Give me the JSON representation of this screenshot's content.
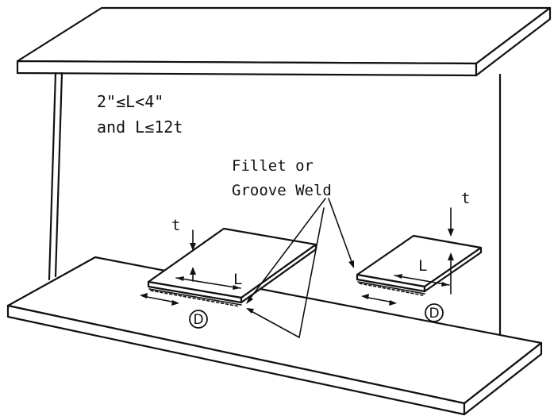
{
  "diagram": {
    "condition_line1": "2\"≤L<4\"",
    "condition_line2": "and L≤12t",
    "weld_label_line1": "Fillet or",
    "weld_label_line2": "Groove Weld",
    "thickness_label": "t",
    "length_label": "L",
    "category_symbol": "D"
  }
}
